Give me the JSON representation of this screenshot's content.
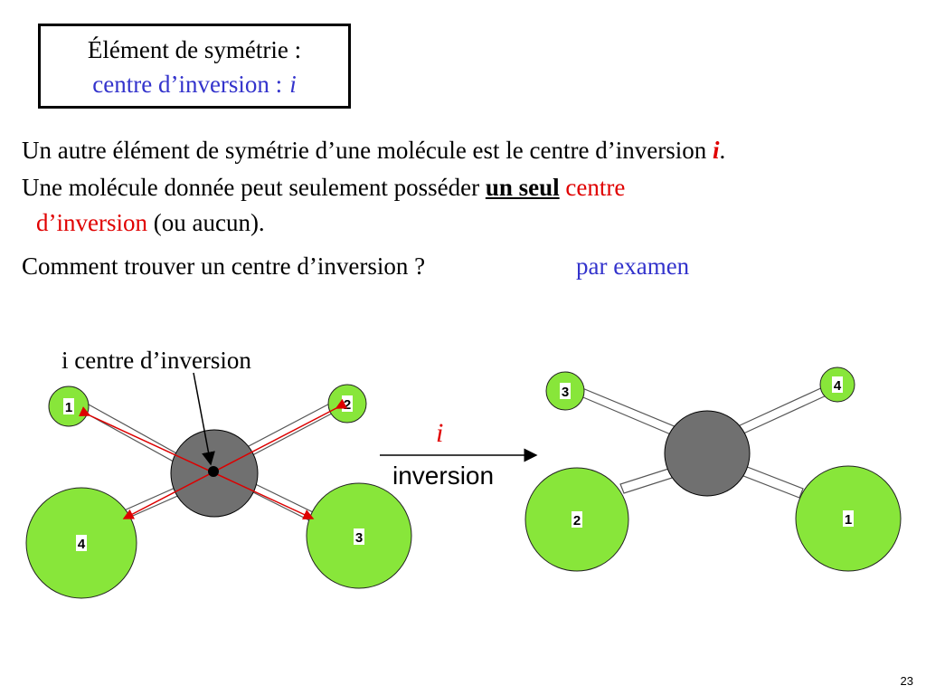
{
  "title": {
    "line1": "Élément de symétrie :",
    "line2": "centre d’inversion  :",
    "line2_symbol": "i"
  },
  "paragraph1": {
    "text": "Un autre élément de symétrie d’une molécule est le centre d’inversion ",
    "symbol": "i",
    "end": "."
  },
  "paragraph2": {
    "part1": "Une molécule donnée peut seulement posséder ",
    "emphasis": "un seul",
    "space": " ",
    "red1": "centre",
    "red2": "d’inversion",
    "part2": " (ou aucun)."
  },
  "question": {
    "text": "Comment trouver un centre d’inversion ?",
    "answer": "par examen"
  },
  "diagram": {
    "center_label": "i centre d’inversion",
    "arrow_symbol": "i",
    "arrow_label": "inversion",
    "left_atoms": [
      "1",
      "2",
      "4",
      "3"
    ],
    "right_atoms": [
      "3",
      "4",
      "2",
      "1"
    ],
    "colors": {
      "atom_green": "#88e63a",
      "center_gray": "#707070",
      "highlight_red": "#dd0000"
    }
  },
  "slide_number": "23"
}
